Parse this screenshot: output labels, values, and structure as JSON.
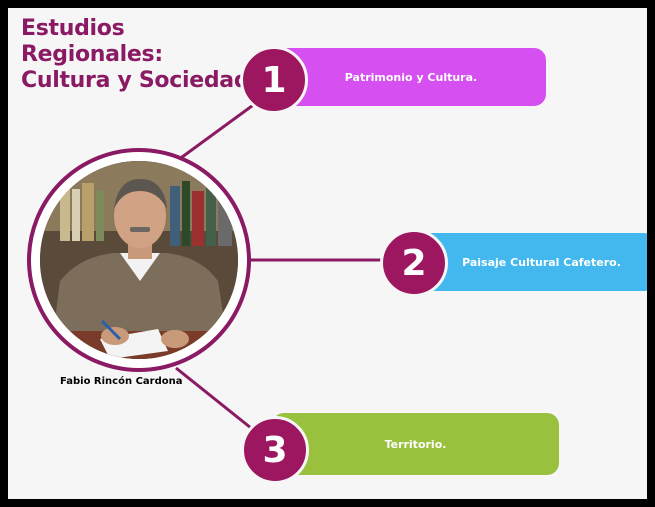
{
  "title": {
    "line1": "Estudios",
    "line2": "Regionales:",
    "line3": "Cultura y Sociedad"
  },
  "person": {
    "name": "Fabio Rincón Cardona"
  },
  "topics": [
    {
      "number": "1",
      "label": "Patrimonio y Cultura.",
      "color": "#d64ff0"
    },
    {
      "number": "2",
      "label": "Paisaje Cultural Cafetero.",
      "color": "#42b8ef"
    },
    {
      "number": "3",
      "label": "Territorio.",
      "color": "#99c13d"
    }
  ],
  "colors": {
    "accent": "#8a1a63",
    "number_badge": "#9d1660",
    "background": "#f6f6f6",
    "border": "#000000"
  }
}
